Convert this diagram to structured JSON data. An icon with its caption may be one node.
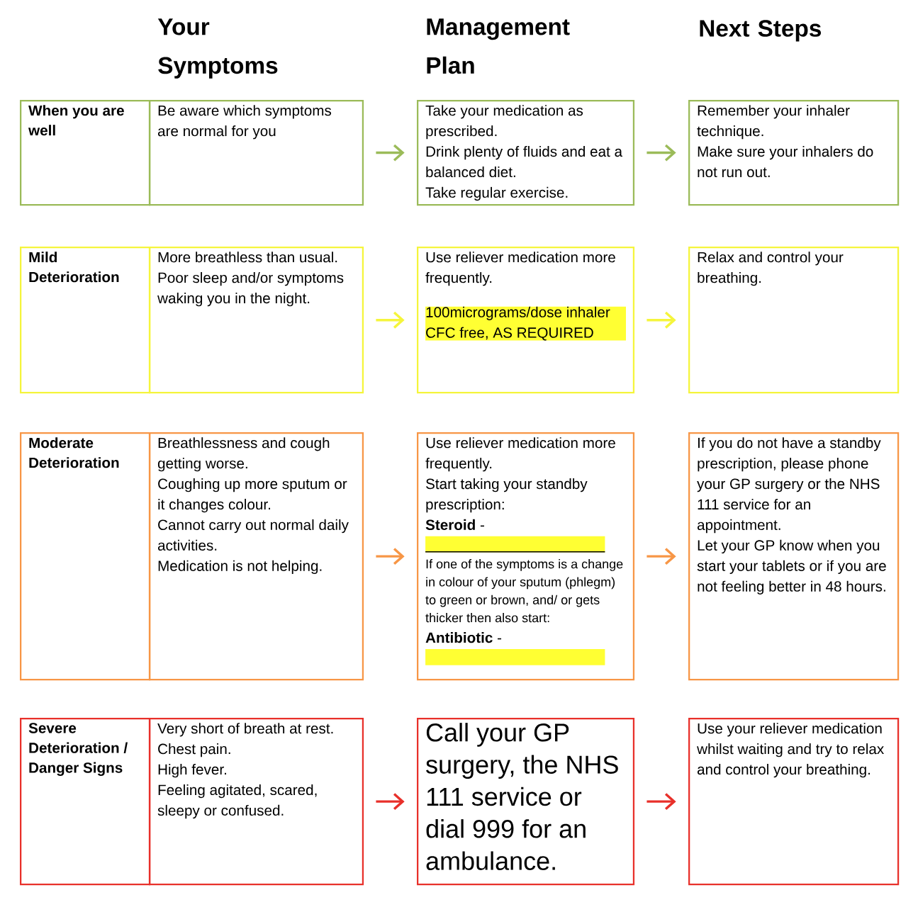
{
  "diagram": {
    "nodes": [
      {
        "text": [
          "When you are well"
        ]
      },
      {
        "text": [
          "Be aware which symptoms are normal for you"
        ]
      },
      {
        "text": [
          "Take your medication as prescribed.",
          "Drink plenty of fluids and eat a balanced diet.",
          "Take regular exercise."
        ]
      },
      {
        "text": [
          "Remember your inhaler technique.",
          "Make sure your inhalers do not run out."
        ]
      },
      {
        "text": [
          "Mild Deterioration"
        ]
      },
      {
        "text": [
          "More breathless than usual.",
          "Poor sleep and/or symptoms waking you in the night."
        ]
      },
      {
        "text": [
          "Use reliever medication more frequently.",
          "100micrograms/dose inhaler CFC free, AS REQUIRED"
        ]
      },
      {
        "text": [
          "Relax and control your breathing."
        ]
      },
      {
        "text": [
          "Moderate Deterioration"
        ]
      },
      {
        "text": [
          "Breathlessness and cough getting worse.",
          "Coughing up more sputum or it changes colour.",
          "Cannot carry out normal daily activities.",
          "Medication is not helping."
        ]
      },
      {
        "text": [
          "Use reliever medication more frequently.",
          "Start taking your standby prescription:",
          "**Steroid** -",
          "If one of the symptoms is a change in colour of your sputum (phlegm) to green or brown, and/ or gets thicker then also start:",
          "**Antibiotic** -"
        ]
      },
      {
        "text": [
          "If you do not have a standby prescription, please phone your GP surgery or the NHS 111 service for an appointment.",
          "Let your GP know when you start your tablets or if you are not feeling better in 48 hours."
        ]
      },
      {
        "text": [
          "Severe Deterioration / Danger Signs"
        ]
      },
      {
        "text": [
          "Very short of breath at rest.",
          "Chest pain.",
          "High fever.",
          "Feeling agitated, scared, sleepy or confused."
        ]
      },
      {
        "text": [
          "Call your GP surgery, the NHS 111 service or dial 999 for an ambulance."
        ]
      },
      {
        "text": [
          "Use your reliever medication whilst waiting and try to relax and control your breathing."
        ]
      }
    ],
    "edges": [
      {
        "from": 1,
        "to": 2,
        "arrow": "to",
        "color": "#9bbb59"
      },
      {
        "from": 2,
        "to": 3,
        "arrow": "to",
        "color": "#9bbb59"
      },
      {
        "from": 5,
        "to": 6,
        "arrow": "to",
        "color": "#f5f53c"
      },
      {
        "from": 6,
        "to": 7,
        "arrow": "to",
        "color": "#f5f53c"
      },
      {
        "from": 9,
        "to": 10,
        "arrow": "to",
        "color": "#f79646"
      },
      {
        "from": 10,
        "to": 11,
        "arrow": "to",
        "color": "#f79646"
      },
      {
        "from": 13,
        "to": 14,
        "arrow": "to",
        "color": "#e8302a"
      },
      {
        "from": 14,
        "to": 15,
        "arrow": "to",
        "color": "#e8302a"
      }
    ],
    "labels": [
      "Your Symptoms",
      "Management Plan",
      "Next Steps"
    ]
  }
}
